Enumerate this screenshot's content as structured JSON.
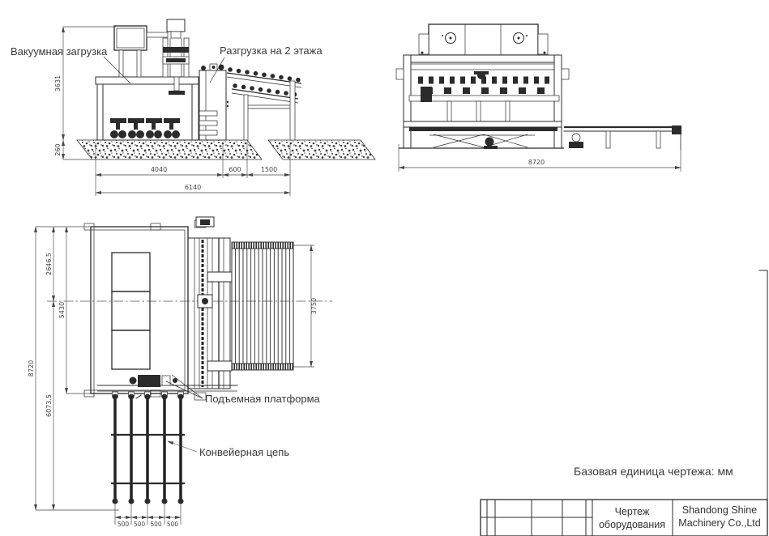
{
  "note": "Базовая единица чертежа: мм",
  "labels": {
    "vacuum_loading": "Вакуумная загрузка",
    "unloading": "Разгрузка на 2 этажа",
    "lifting_platform": "Подъемная платформа",
    "conveyor_chain": "Конвейерная цепь"
  },
  "side_view": {
    "total_height": "3631",
    "foundation_depth": "260",
    "body_length": "4040",
    "gap_length": "600",
    "unload_length": "1500",
    "total_length": "6140"
  },
  "front_view": {
    "total_width": "8720"
  },
  "plan_view": {
    "top_to_center": "2646.5",
    "frame_length": "5430",
    "total_length": "8720",
    "center_to_bottom": "6073.5",
    "roller_section": "3750",
    "chain_pitch": [
      "500",
      "500",
      "500",
      "500"
    ]
  },
  "title_block": {
    "doc_type": [
      "Чертеж",
      "оборудования"
    ],
    "company": [
      "Shandong Shine",
      "Machinery Co.,Ltd"
    ]
  }
}
